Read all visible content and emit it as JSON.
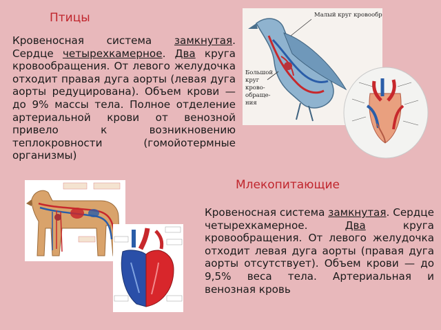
{
  "birds": {
    "title": "Птицы",
    "text": {
      "p1": "Кровеносная система ",
      "u1": "замкнутая",
      "p2": ". Сердце ",
      "u2": "четырехкамерное",
      "p3": ". ",
      "u3": "Два",
      "p4": " круга кровообращения. От левого желудочка отходит правая дуга аорты (левая дуга аорты редуцирована). Объем крови — до 9% массы тела. Полное отделение артериальной крови от венозной привело к возникновению теплокровности (гомойотермные организмы)"
    },
    "bird_image": {
      "label_small_circle": "Малый круг кровообращения",
      "label_big_circle": [
        "Большой",
        "круг",
        "крово-",
        "обраще-",
        "ния"
      ]
    }
  },
  "mammals": {
    "title": "Млекопитающие",
    "text": {
      "p1": "Кровеносная система ",
      "u1": "замкнутая",
      "p2": ". Сердце четырехкамерное. ",
      "u2": "Два",
      "p3": " круга кровообращения. От левого желудочка отходит левая дуга аорты (правая дуга аорты отсутствует). Объем крови — до 9,5% веса тела. Артериальная и венозная кровь"
    }
  }
}
